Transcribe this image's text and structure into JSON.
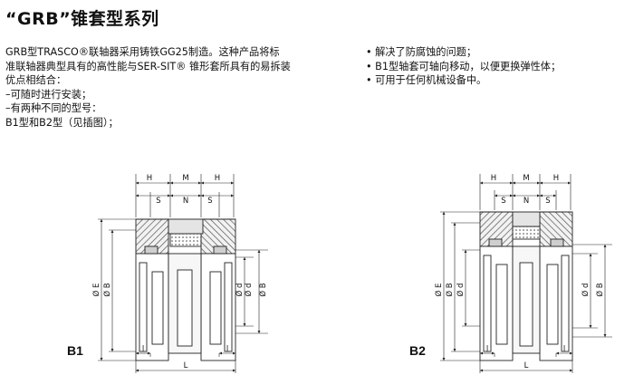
{
  "title": "“GRB”锥套型系列",
  "intro_lines": [
    "GRB型TRASCO®联轴器采用铸铁GG25制造。这种产品将标",
    "准联轴器典型具有的高性能与SER-SIT® 锥形套所具有的易拆装",
    "优点相结合：",
    "–可随时进行安装；",
    "–有两种不同的型号：",
    "B1型和B2型（见插图）；"
  ],
  "bullets": [
    "解决了防腐蚀的问题；",
    "B1型轴套可轴向移动，以便更换弹性体；",
    "可用于任何机械设备中。"
  ],
  "figures": [
    {
      "label": "B1",
      "top_dims": [
        "H",
        "M",
        "H"
      ],
      "second_dims": [
        "S",
        "N",
        "S"
      ],
      "left_dims": [
        "Ø E",
        "Ø B"
      ],
      "right_dims": [
        "Ø d",
        "Ø d",
        "Ø B"
      ],
      "bottom_dims": [
        "l",
        "l",
        "L"
      ]
    },
    {
      "label": "B2",
      "top_dims": [
        "H",
        "M",
        "H"
      ],
      "second_dims": [
        "S",
        "N",
        "S"
      ],
      "left_dims": [
        "Ø E",
        "Ø B",
        "Ø d"
      ],
      "right_dims": [
        "Ø d",
        "Ø B"
      ],
      "bottom_dims": [
        "l",
        "l",
        "L"
      ]
    }
  ],
  "colors": {
    "text": "#111111",
    "hatch": "#555555",
    "line": "#222222",
    "background": "#ffffff"
  }
}
